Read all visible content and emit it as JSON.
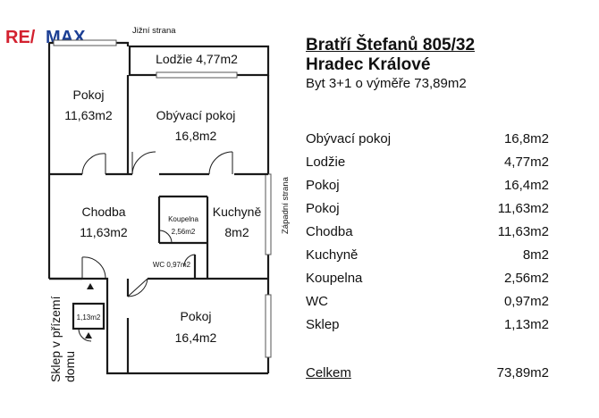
{
  "logo": {
    "text_red": "RE/",
    "text_blue": "MAX"
  },
  "plan": {
    "orientation_south": "Jižní strana",
    "orientation_west": "Západní strana",
    "cellar_note": [
      "Sklep v přízemí",
      "domu"
    ],
    "rooms": {
      "lodzie": "Lodžie 4,77m2",
      "pokoj_top_name": "Pokoj",
      "pokoj_top_area": "11,63m2",
      "obyvaci_name": "Obývací pokoj",
      "obyvaci_area": "16,8m2",
      "chodba_name": "Chodba",
      "chodba_area": "11,63m2",
      "koupelna_name": "Koupelna",
      "koupelna_area": "2,56m2",
      "kuchyne_name": "Kuchyně",
      "kuchyne_area": "8m2",
      "wc": "WC 0,97m2",
      "sklep_area": "1,13m2",
      "pokoj_bottom_name": "Pokoj",
      "pokoj_bottom_area": "16,4m2"
    }
  },
  "info": {
    "address_line1": "Bratří Štefanů 805/32",
    "address_line2": "Hradec Králové",
    "summary": "Byt 3+1 o výměře 73,89m2",
    "rooms": [
      {
        "name": "Obývací pokoj",
        "area": "16,8m2"
      },
      {
        "name": "Lodžie",
        "area": "4,77m2"
      },
      {
        "name": "Pokoj",
        "area": "16,4m2"
      },
      {
        "name": "Pokoj",
        "area": "11,63m2"
      },
      {
        "name": "Chodba",
        "area": "11,63m2"
      },
      {
        "name": "Kuchyně",
        "area": "8m2"
      },
      {
        "name": "Koupelna",
        "area": "2,56m2"
      },
      {
        "name": "WC",
        "area": "0,97m2"
      },
      {
        "name": "Sklep",
        "area": "1,13m2"
      }
    ],
    "total_label": "Celkem",
    "total_area": "73,89m2"
  }
}
